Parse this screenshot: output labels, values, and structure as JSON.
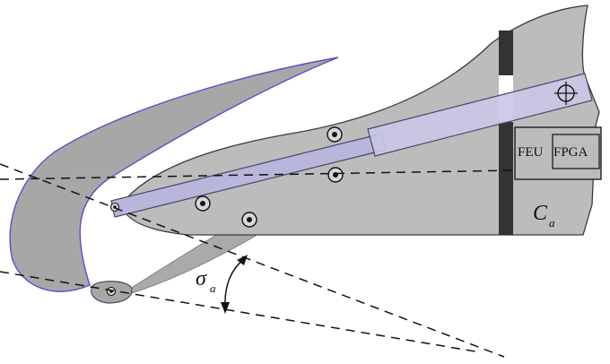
{
  "diagram": {
    "labels": {
      "module_left": "FEU",
      "module_right": "FPGA",
      "body_symbol": "C",
      "body_subscript": "a",
      "angle_symbol": "σ",
      "angle_subscript": "a"
    },
    "colors": {
      "body_fill": "#bdbcbd",
      "wing_fill": "#a8a7a8",
      "wing_outline": "#5a4fc0",
      "link_fill": "#b9b6dc",
      "link_stroke": "#4a4766",
      "stripe_dark": "#333333",
      "stripe_light": "#ffffff"
    }
  }
}
